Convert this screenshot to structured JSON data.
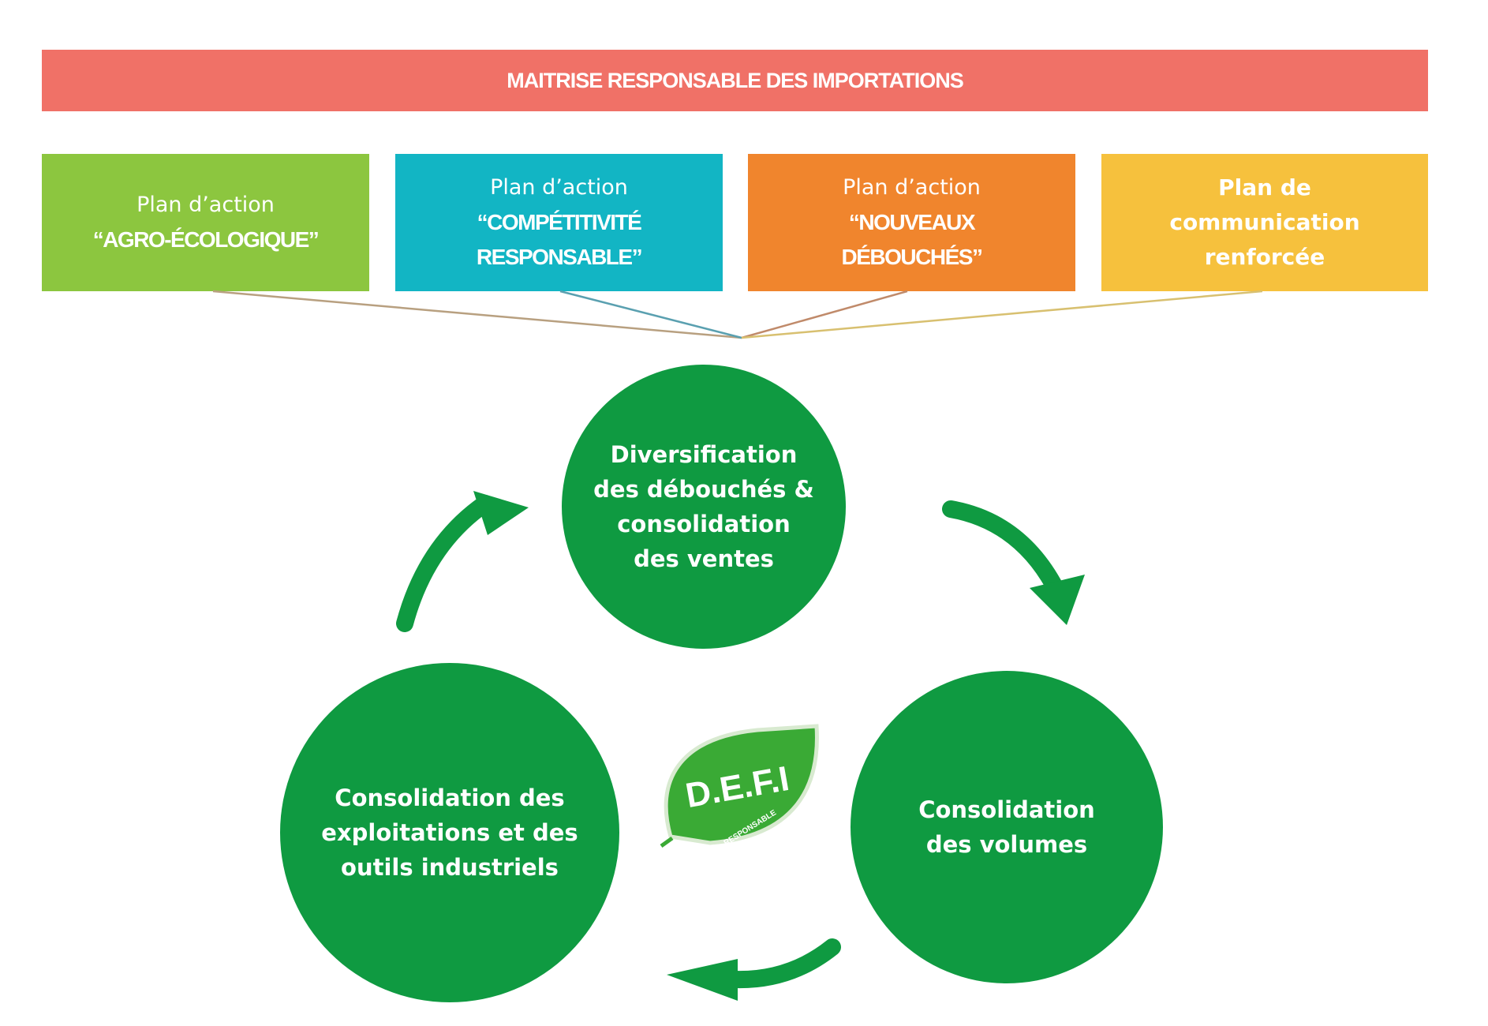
{
  "banner": {
    "title": "MAITRISE RESPONSABLE DES IMPORTATIONS",
    "color": "#f07167"
  },
  "plans": [
    {
      "line1": "Plan d’action",
      "line2": "“AGRO-ÉCOLOGIQUE”",
      "color": "#8cc63f"
    },
    {
      "line1": "Plan d’action",
      "line2": "“COMPÉTITIVITÉ\nRESPONSABLE”",
      "color": "#12b5c4"
    },
    {
      "line1": "Plan d’action",
      "line2": "“NOUVEAUX\nDÉBOUCHÉS”",
      "color": "#f0852d"
    },
    {
      "line1": "Plan de\ncommunication\nrenforcée",
      "color": "#f6c13d"
    }
  ],
  "cycle": {
    "color": "#0f9a41",
    "top": "Diversification\ndes débouchés &\nconsolidation\ndes ventes",
    "right": "Consolidation\ndes volumes",
    "left": "Consolidation des\nexploitations et des\noutils industriels"
  },
  "logo": {
    "text": "D.E.F.I",
    "subtext": "RESPONSABLE",
    "color": "#3aaa35"
  }
}
